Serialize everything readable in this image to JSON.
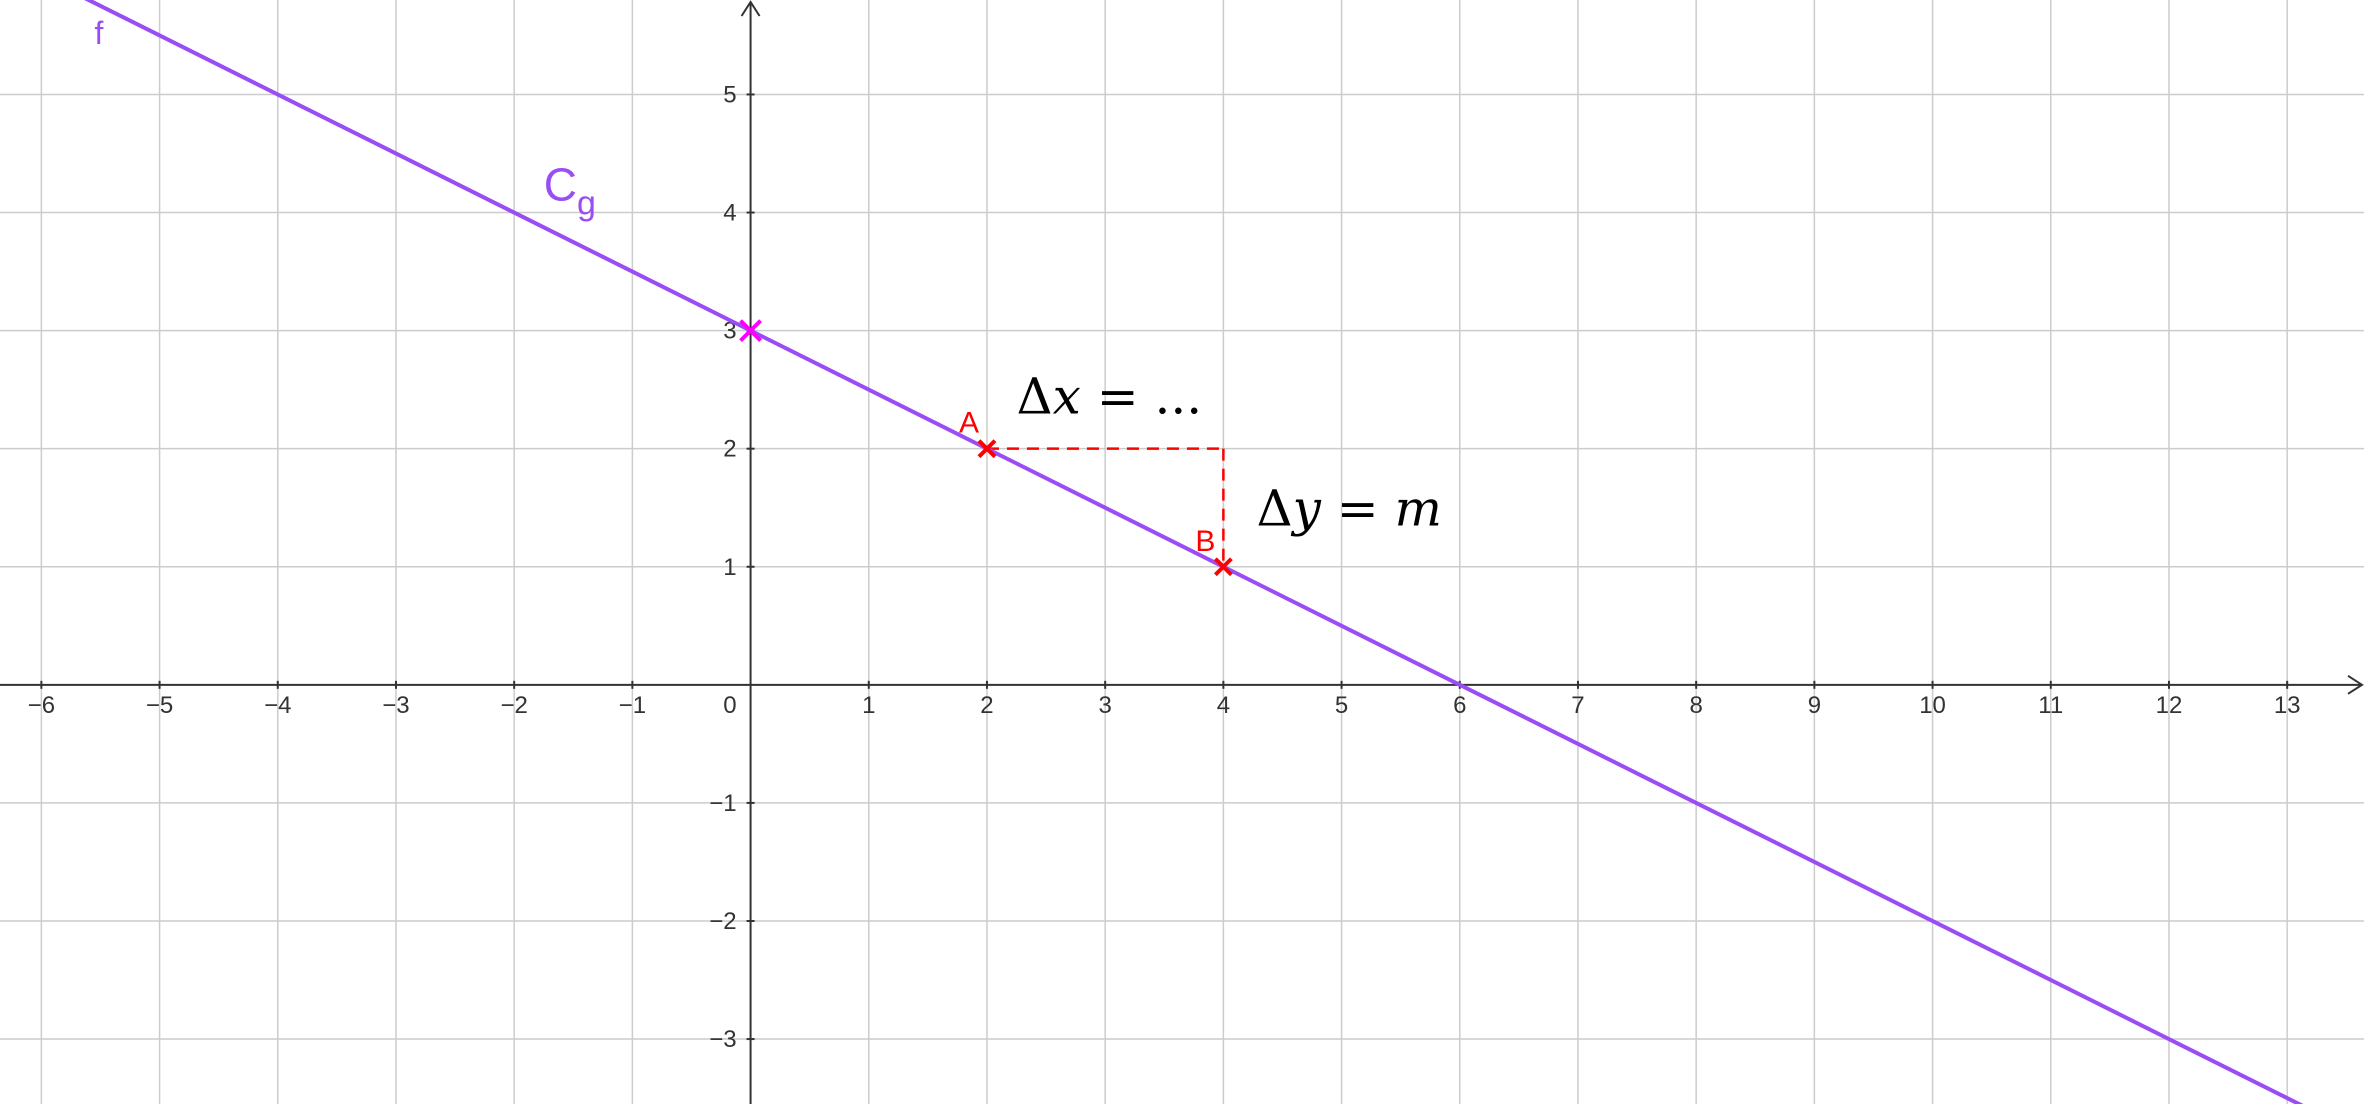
{
  "chart_data": {
    "type": "line",
    "title": "",
    "xlabel": "",
    "ylabel": "",
    "xlim": [
      -6.35,
      13.65
    ],
    "ylim": [
      -3.55,
      5.8
    ],
    "grid": true,
    "x_ticks": [
      -6,
      -5,
      -4,
      -3,
      -2,
      -1,
      1,
      2,
      3,
      4,
      5,
      6,
      7,
      8,
      9,
      10,
      11,
      12,
      13
    ],
    "y_ticks": [
      -3,
      -2,
      -1,
      1,
      2,
      3,
      4,
      5
    ],
    "origin_label": "0",
    "series": [
      {
        "name": "f",
        "equation": "y = -0.5x + 3",
        "slope": -0.5,
        "intercept": 3,
        "color": "#9B4DF5"
      }
    ],
    "curve_label": {
      "main": "C",
      "sub": "g"
    },
    "points": [
      {
        "name": "",
        "x": 0,
        "y": 3,
        "color": "#FF00FF"
      },
      {
        "name": "A",
        "x": 2,
        "y": 2,
        "color": "#FF0000"
      },
      {
        "name": "B",
        "x": 4,
        "y": 1,
        "color": "#FF0000"
      }
    ],
    "slope_triangle": {
      "from": "A",
      "to": "B",
      "color": "#FF0000"
    },
    "annotations": {
      "dx": {
        "symbol": "Δ",
        "var": "x",
        "rest": " = ..."
      },
      "dy": {
        "symbol": "Δ",
        "var": "y",
        "eq": " = ",
        "val": "m"
      }
    },
    "colors": {
      "grid": "#CCCCCC",
      "axis": "#333333"
    }
  }
}
